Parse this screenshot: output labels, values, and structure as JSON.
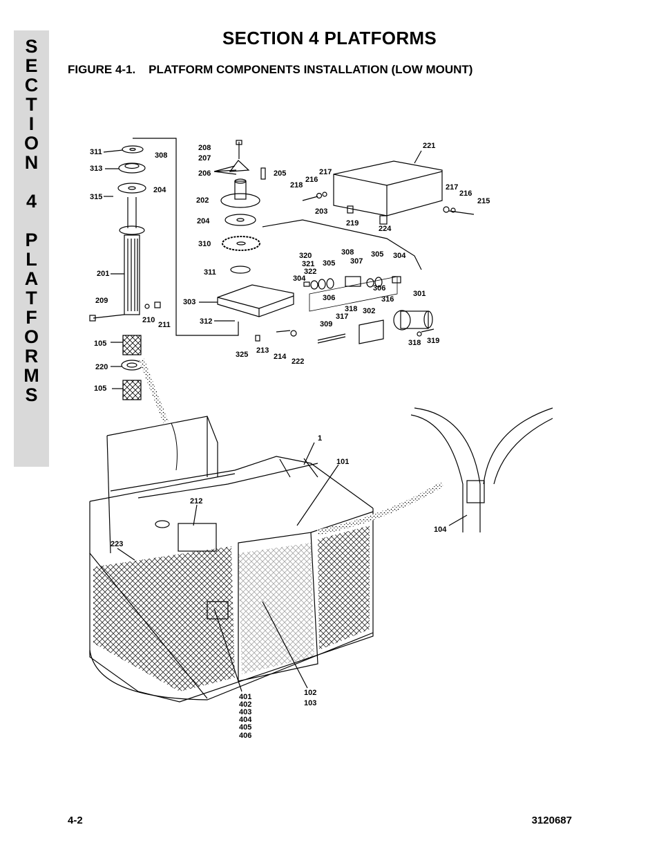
{
  "side_tab": {
    "letters": [
      "S",
      "E",
      "C",
      "T",
      "I",
      "O",
      "N",
      "",
      "4",
      "",
      "P",
      "L",
      "A",
      "T",
      "F",
      "O",
      "R",
      "M",
      "S"
    ]
  },
  "header": {
    "section_title": "SECTION 4  PLATFORMS",
    "figure_title": "FIGURE 4-1.    PLATFORM COMPONENTS INSTALLATION (LOW MOUNT)"
  },
  "callouts": {
    "c311a": "311",
    "c308a": "308",
    "c313": "313",
    "c204a": "204",
    "c315": "315",
    "c208": "208",
    "c207": "207",
    "c206": "206",
    "c205": "205",
    "c221": "221",
    "c217a": "217",
    "c216a": "216",
    "c218": "218",
    "c202": "202",
    "c203": "203",
    "c217b": "217",
    "c216b": "216",
    "c215": "215",
    "c219": "219",
    "c224": "224",
    "c204b": "204",
    "c310": "310",
    "c320": "320",
    "c321": "321",
    "c322": "322",
    "c305a": "305",
    "c308b": "308",
    "c307": "307",
    "c305b": "305",
    "c304a": "304",
    "c304b": "304",
    "c306a": "306",
    "c306b": "306",
    "c311b": "311",
    "c201": "201",
    "c303": "303",
    "c316": "316",
    "c301": "301",
    "c318a": "318",
    "c302": "302",
    "c317": "317",
    "c309": "309",
    "c318b": "318",
    "c319": "319",
    "c209": "209",
    "c210": "210",
    "c211": "211",
    "c312": "312",
    "c105a": "105",
    "c325": "325",
    "c213": "213",
    "c214": "214",
    "c222": "222",
    "c220": "220",
    "c105b": "105",
    "c1": "1",
    "c101": "101",
    "c212": "212",
    "c223": "223",
    "c104": "104",
    "c401": "401",
    "c402": "402",
    "c403": "403",
    "c404": "404",
    "c405": "405",
    "c406": "406",
    "c102": "102",
    "c103": "103"
  },
  "footer": {
    "page_number": "4-2",
    "doc_number": "3120687"
  }
}
